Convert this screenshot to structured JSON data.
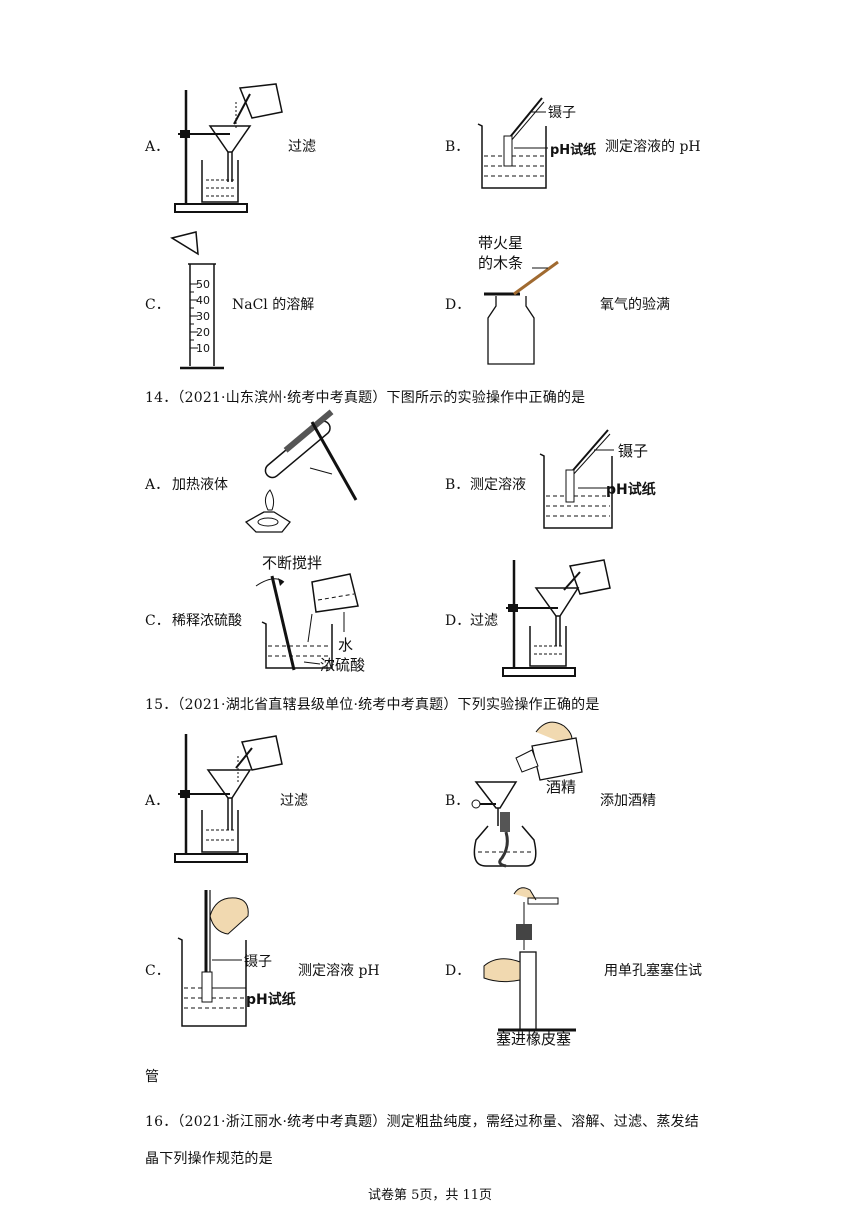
{
  "q13": {
    "a": {
      "letter": "A．",
      "caption": "过滤"
    },
    "b": {
      "letter": "B．",
      "caption": "测定溶液的 pH",
      "tweezers": "镊子",
      "paper": "pH试纸"
    },
    "c": {
      "letter": "C．",
      "caption": "NaCl 的溶解",
      "ticks": [
        "50",
        "40",
        "30",
        "20",
        "10"
      ]
    },
    "d": {
      "letter": "D．",
      "caption": "氧气的验满",
      "splint1": "带火星",
      "splint2": "的木条"
    }
  },
  "q14": {
    "stem": "14．（2021·山东滨州·统考中考真题）下图所示的实验操作中正确的是",
    "a": {
      "letter": "A．",
      "caption": "加热液体"
    },
    "b": {
      "letter": "B．",
      "caption": "测定溶液",
      "tweezers": "镊子",
      "paper": "pH试纸"
    },
    "c": {
      "letter": "C．",
      "caption": "稀释浓硫酸",
      "stir": "不断搅拌",
      "water": "水",
      "acid": "浓硫酸"
    },
    "d": {
      "letter": "D．",
      "caption": "过滤"
    }
  },
  "q15": {
    "stem": "15．（2021·湖北省直辖县级单位·统考中考真题）下列实验操作正确的是",
    "a": {
      "letter": "A．",
      "caption": "过滤"
    },
    "b": {
      "letter": "B．",
      "caption": "添加酒精",
      "alcohol": "酒精"
    },
    "c": {
      "letter": "C．",
      "caption": "测定溶液 pH",
      "tweezers": "镊子",
      "paper": "pH试纸"
    },
    "d": {
      "letter": "D．",
      "caption": "用单孔塞塞住试",
      "caption_tail": "管",
      "stopper": "塞进橡皮塞"
    }
  },
  "q16": {
    "stem_line1": "16．（2021·浙江丽水·统考中考真题）测定粗盐纯度，需经过称量、溶解、过滤、蒸发结",
    "stem_line2": "晶下列操作规范的是"
  },
  "footer": "试卷第 5页，共 11页"
}
